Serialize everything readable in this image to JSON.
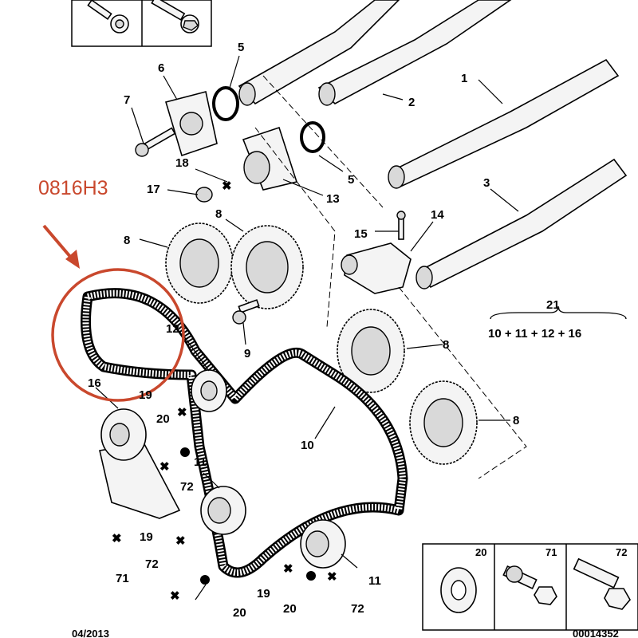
{
  "annotation": {
    "code": "0816H3",
    "color": "#c9482d"
  },
  "parts": {
    "p1": "1",
    "p2": "2",
    "p3": "3",
    "p5a": "5",
    "p5b": "5",
    "p6": "6",
    "p7": "7",
    "p8a": "8",
    "p8b": "8",
    "p8c": "8",
    "p8d": "8",
    "p9": "9",
    "p10": "10",
    "p11a": "11",
    "p11b": "11",
    "p12": "12",
    "p13": "13",
    "p14": "14",
    "p15": "15",
    "p16": "16",
    "p17": "17",
    "p18": "18",
    "p19a": "19",
    "p19b": "19",
    "p19c": "19",
    "p20a": "20",
    "p20b": "20",
    "p20c": "20",
    "p71": "71",
    "p72a": "72",
    "p72b": "72",
    "p72c": "72"
  },
  "kit": {
    "label": "21",
    "contents": "10 + 11 + 12 + 16"
  },
  "inset": {
    "col1": "20",
    "col2": "71",
    "col3": "72"
  },
  "footer": {
    "date": "04/2013",
    "ref": "00014352"
  }
}
